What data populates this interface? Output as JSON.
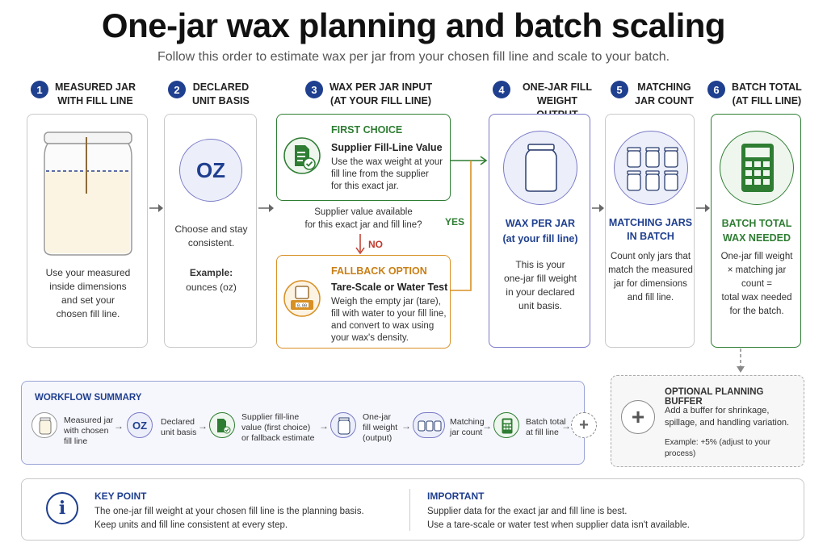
{
  "title": "One-jar wax planning and batch scaling",
  "subtitle": "Follow this order to estimate wax per jar from your chosen fill line and scale to your batch.",
  "steps": [
    {
      "num": "1",
      "title_l1": "MEASURED JAR",
      "title_l2": "WITH FILL LINE",
      "text": [
        "Use your measured",
        "inside dimensions",
        "and set your",
        "chosen fill line."
      ]
    },
    {
      "num": "2",
      "title_l1": "DECLARED",
      "title_l2": "UNIT BASIS",
      "badge": "OZ",
      "text": [
        "Choose and stay",
        "consistent."
      ],
      "example_label": "Example:",
      "example_value": "ounces (oz)"
    },
    {
      "num": "3",
      "title_l1": "WAX PER JAR INPUT",
      "title_l2": "(AT YOUR FILL LINE)",
      "first_choice": {
        "label": "FIRST CHOICE",
        "heading": "Supplier Fill-Line Value",
        "text": [
          "Use the wax weight at your",
          "fill line from the supplier",
          "for this exact jar."
        ]
      },
      "question": [
        "Supplier value available",
        "for this exact jar and fill line?"
      ],
      "no_label": "NO",
      "yes_label": "YES",
      "fallback": {
        "label": "FALLBACK OPTION",
        "heading": "Tare-Scale or Water Test",
        "text": [
          "Weigh the empty jar (tare),",
          "fill with water to your fill line,",
          "and convert to wax using",
          "your wax's density."
        ],
        "scale_readout": "0.00"
      }
    },
    {
      "num": "4",
      "title_l1": "ONE-JAR FILL",
      "title_l2": "WEIGHT OUTPUT",
      "heading_l1": "WAX PER JAR",
      "heading_l2": "(at your fill line)",
      "text": [
        "This is your",
        "one-jar fill weight",
        "in your declared",
        "unit basis."
      ]
    },
    {
      "num": "5",
      "title_l1": "MATCHING",
      "title_l2": "JAR COUNT",
      "heading_l1": "MATCHING JARS",
      "heading_l2": "IN BATCH",
      "text": [
        "Count only jars that",
        "match the measured",
        "jar for dimensions",
        "and fill line."
      ]
    },
    {
      "num": "6",
      "title_l1": "BATCH TOTAL",
      "title_l2": "(AT FILL LINE)",
      "heading_l1": "BATCH TOTAL",
      "heading_l2": "WAX NEEDED",
      "text": [
        "One-jar fill weight",
        "× matching jar",
        "count =",
        "total wax needed",
        "for the batch."
      ]
    }
  ],
  "workflow": {
    "title": "WORKFLOW SUMMARY",
    "items": [
      {
        "icon": "jar-icon",
        "text": [
          "Measured jar",
          "with chosen",
          "fill line"
        ]
      },
      {
        "icon": "oz-badge",
        "badge": "OZ",
        "text": [
          "Declared",
          "unit basis"
        ]
      },
      {
        "icon": "document-check-icon",
        "text": [
          "Supplier fill-line",
          "value (first choice)",
          "or fallback estimate"
        ]
      },
      {
        "icon": "jar-icon",
        "text": [
          "One-jar",
          "fill weight",
          "(output)"
        ]
      },
      {
        "icon": "jars-icon",
        "text": [
          "Matching",
          "jar count"
        ]
      },
      {
        "icon": "calculator-icon",
        "text": [
          "Batch total",
          "at fill line"
        ]
      },
      {
        "icon": "plus-icon",
        "text": []
      }
    ]
  },
  "buffer": {
    "title": "OPTIONAL PLANNING BUFFER",
    "text": [
      "Add a buffer for shrinkage,",
      "spillage, and handling variation."
    ],
    "example": "Example: +5% (adjust to your process)"
  },
  "key_point": {
    "title": "KEY POINT",
    "lines": [
      "The one-jar fill weight at your chosen fill line is the planning basis.",
      "Keep units and fill line consistent at every step."
    ]
  },
  "important": {
    "title": "IMPORTANT",
    "lines": [
      "Supplier data for the exact jar and fill line is best.",
      "Use a tare-scale or water test when supplier data isn't available."
    ]
  },
  "colors": {
    "navy": "#1f3f8f",
    "green": "#2e7d32",
    "orange": "#d89024",
    "purple": "#7a7ac6"
  }
}
